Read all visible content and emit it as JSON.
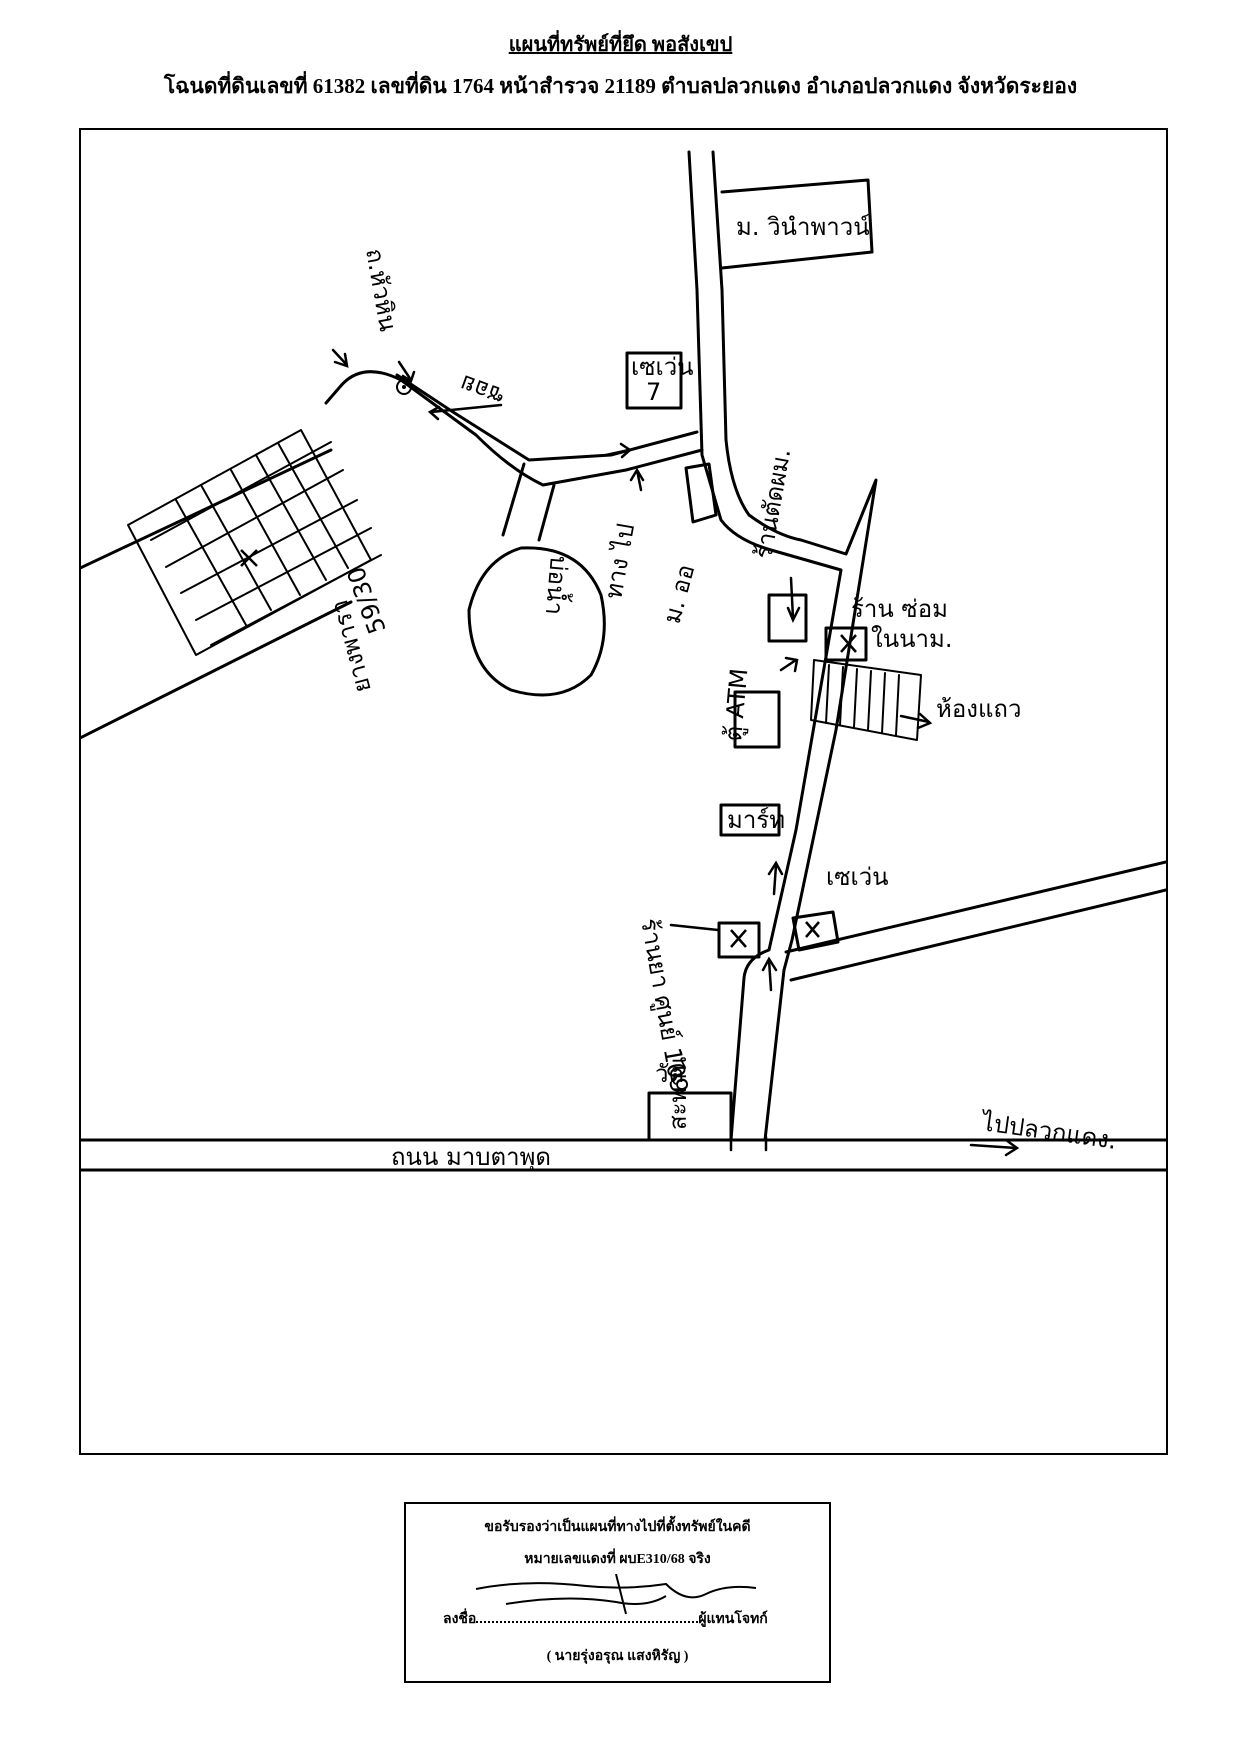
{
  "header": {
    "title": "แผนที่ทรัพย์ที่ยึด พอสังเขป",
    "deed": "โฉนดที่ดินเลขที่  61382 เลขที่ดิน  1764  หน้าสำรวจ 21189 ตำบลปลวกแดง  อำเภอปลวกแดง  จังหวัดระยอง"
  },
  "map": {
    "labels": {
      "village_top": "ม. วินำพาวน์",
      "seven_eleven_top": "เซเว่น",
      "seven_eleven_top_num": "7",
      "seven_eleven_mid": "เซเว่น",
      "barber": "ร้านตัดผม.",
      "repair_shop_1": "ร้าน ซ่อม",
      "repair_shop_2": "ในนาม.",
      "shophouse": "ห้องแถว",
      "atm": "ตู้ ATM",
      "mart": "มาร์ท",
      "clinic": "ร้านยา ศูนย์ 109",
      "temple": "วัด",
      "temple_box": "สะพาน",
      "main_road": "ถนน มาบตาพุด",
      "to_pluakdaeng": "ไปปลวกแดง.",
      "soi_left": "ซอย",
      "pond": "บ่อน้ำ",
      "property_no": "59/30",
      "rubber": "ยางพารา",
      "road_name": "ถ.หัวหิน",
      "moo_label": "ม. ออ",
      "side_road": "ทาง ไป"
    }
  },
  "certification": {
    "line1": "ขอรับรองว่าเป็นแผนที่ทางไปที่ตั้งทรัพย์ในคดี",
    "line2": "หมายเลขแดงที่ ผบE310/68 จริง",
    "sign_label": "ลงชื่อ",
    "role": "ผู้แทนโจทก์",
    "name": "( นายรุ่งอรุณ  แสงหิรัญ )"
  }
}
